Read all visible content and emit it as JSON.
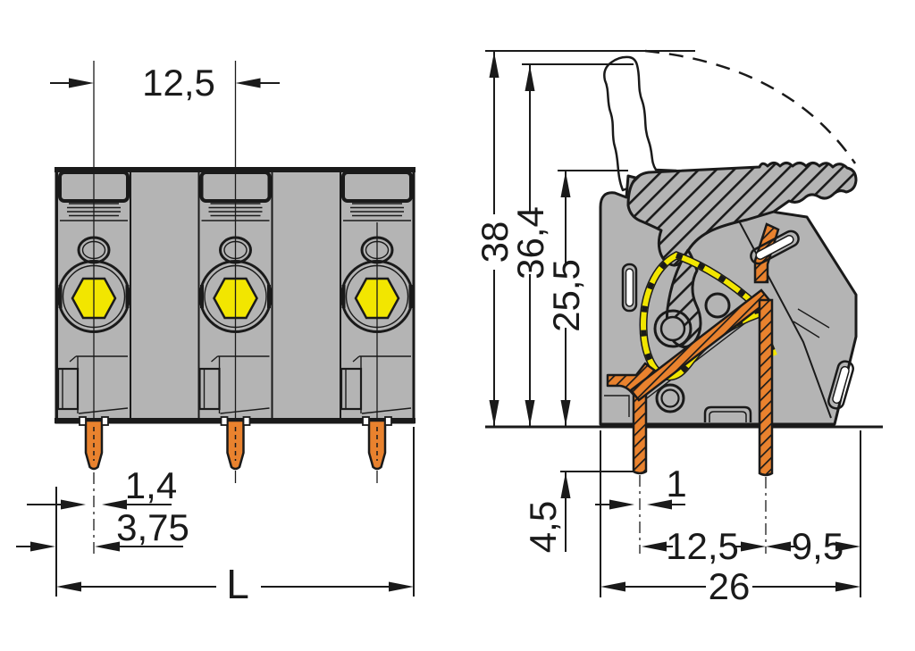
{
  "colors": {
    "background": "#ffffff",
    "line": "#1a1a1a",
    "body_gray": "#b4b4b4",
    "yellow": "#f2e600",
    "orange": "#e9822e",
    "white": "#ffffff"
  },
  "front_view": {
    "pitch": "12,5",
    "pin_width": "1,4",
    "pin_offset": "3,75",
    "length": "L"
  },
  "side_view": {
    "height_open": "38",
    "height_lever": "36,4",
    "height_closed": "25,5",
    "pin_length": "4,5",
    "pin_width": "1",
    "pin_spacing": "12,5",
    "edge_offset": "9,5",
    "depth": "26"
  }
}
